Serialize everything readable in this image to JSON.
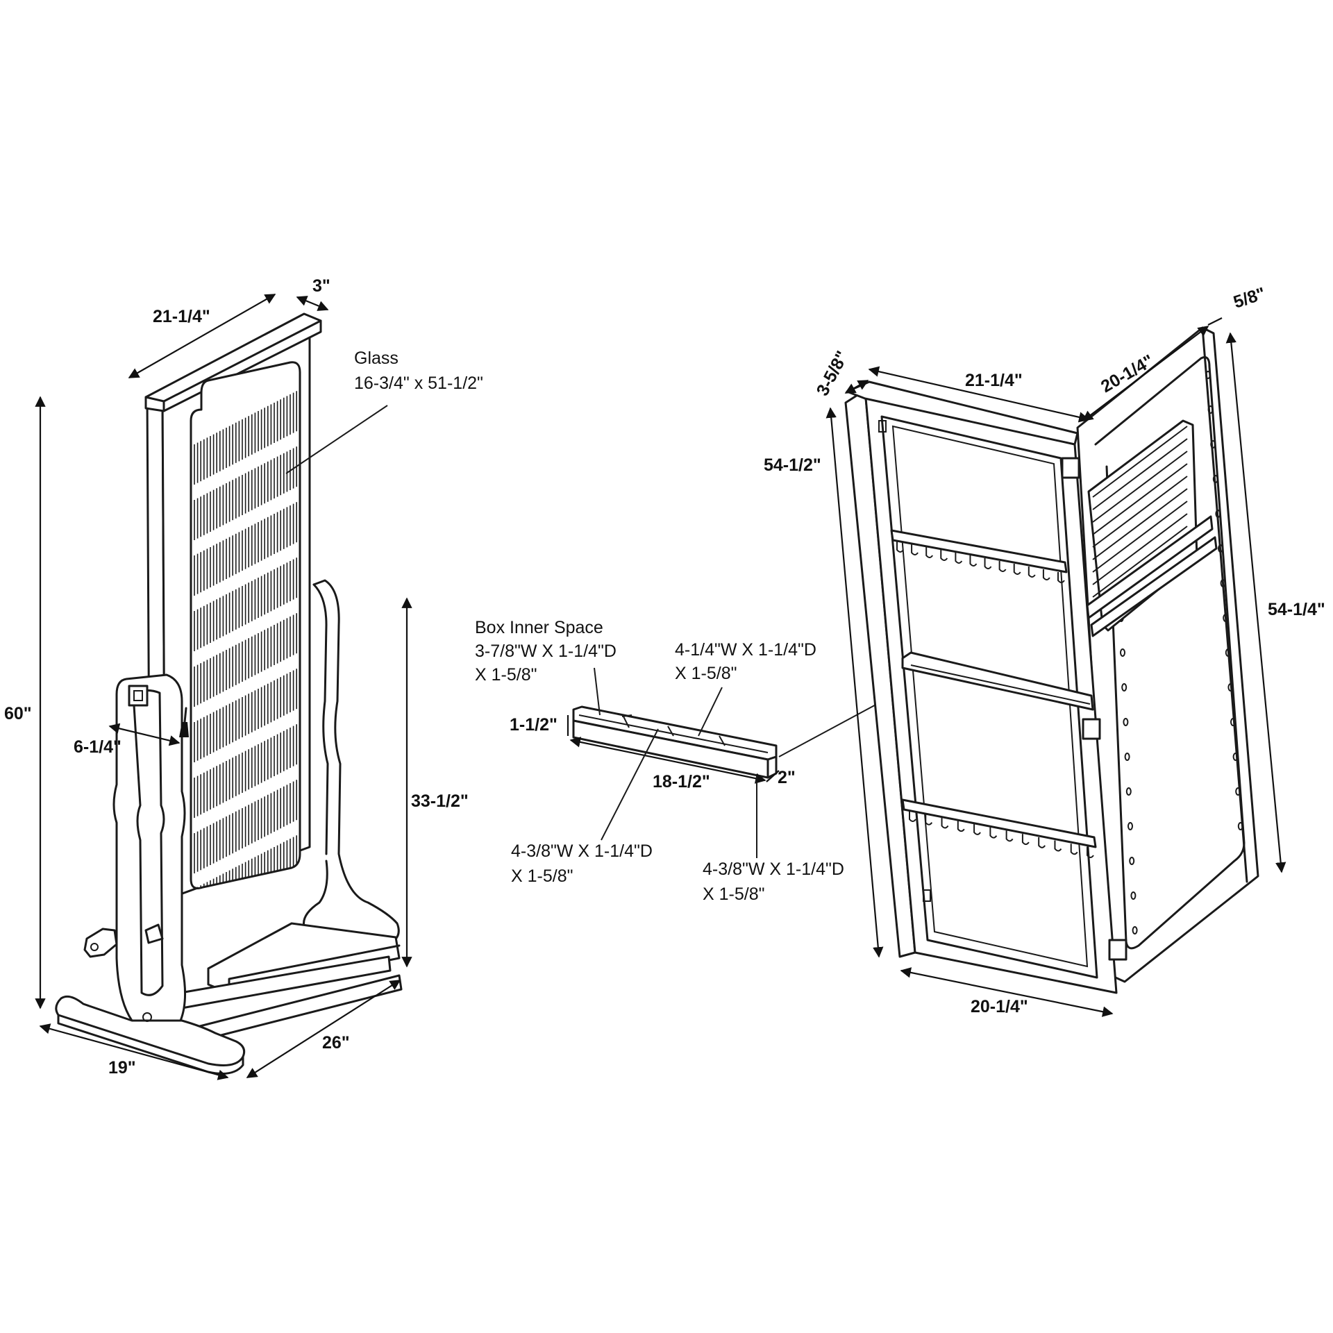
{
  "mirror": {
    "top_width": "21-1/4\"",
    "top_depth": "3\"",
    "glass_title": "Glass",
    "glass_size": "16-3/4\" x 51-1/2\"",
    "height": "60\"",
    "stand_height": "33-1/2\"",
    "post_gap": "6-1/4\"",
    "base_width": "19\"",
    "base_depth": "26\""
  },
  "tray": {
    "inner_title": "Box Inner Space",
    "inner_line1": "3-7/8\"W X 1-1/4\"D",
    "inner_line2": "X 1-5/8\"",
    "center_line1": "4-1/4\"W X 1-1/4\"D",
    "center_line2": "X 1-5/8\"",
    "height": "1-1/2\"",
    "length": "18-1/2\"",
    "depth": "2\"",
    "left_line1": "4-3/8\"W X 1-1/4\"D",
    "left_line2": "X 1-5/8\"",
    "right_line1": "4-3/8\"W X 1-1/4\"D",
    "right_line2": "X 1-5/8\""
  },
  "cabinet": {
    "depth": "3-5/8\"",
    "top_width": "21-1/4\"",
    "door_width": "20-1/4\"",
    "door_thickness": "5/8\"",
    "left_height": "54-1/2\"",
    "right_height": "54-1/4\"",
    "bottom_width": "20-1/4\""
  }
}
